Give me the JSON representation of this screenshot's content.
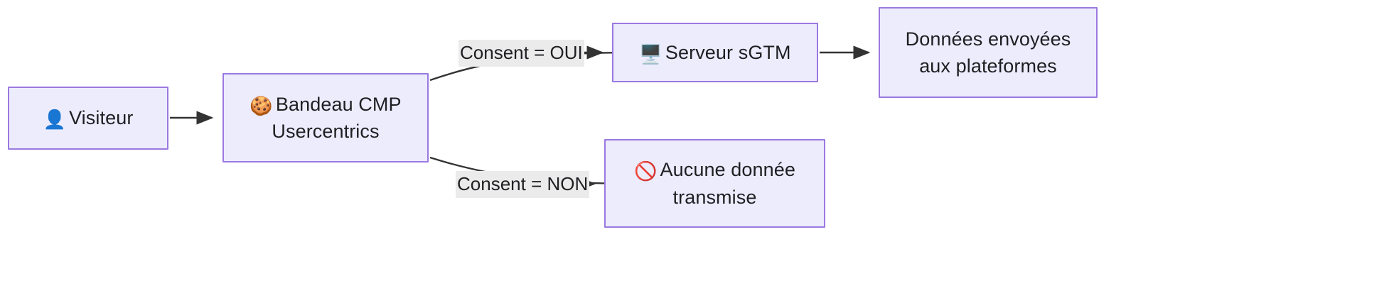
{
  "diagram": {
    "type": "flowchart",
    "direction": "left-to-right",
    "background_color": "#ffffff",
    "node_fill": "#ececfd",
    "node_border": "#9a79e0",
    "edge_color": "#333333",
    "edge_label_background": "#ebebeb",
    "text_color": "#1f1f23",
    "nodes": [
      {
        "id": "visiteur",
        "icon": "bust-in-silhouette-icon",
        "emoji": "👤",
        "label": "Visiteur"
      },
      {
        "id": "cmp",
        "icon": "cookie-icon",
        "emoji": "🍪",
        "label": "Bandeau CMP\nUsercentrics"
      },
      {
        "id": "sgtm",
        "icon": "desktop-computer-icon",
        "emoji": "🖥️",
        "label": "Serveur sGTM"
      },
      {
        "id": "data-sent",
        "icon": "",
        "emoji": "",
        "label": "Données envoyées\naux plateformes"
      },
      {
        "id": "no-data",
        "icon": "prohibited-icon",
        "emoji": "🚫",
        "label": "Aucune donnée\ntransmise"
      }
    ],
    "edges": [
      {
        "id": "visiteur-to-cmp",
        "from": "visiteur",
        "to": "cmp",
        "label": ""
      },
      {
        "id": "cmp-to-sgtm",
        "from": "cmp",
        "to": "sgtm",
        "label": "Consent = OUI"
      },
      {
        "id": "cmp-to-no-data",
        "from": "cmp",
        "to": "no-data",
        "label": "Consent = NON"
      },
      {
        "id": "sgtm-to-data-sent",
        "from": "sgtm",
        "to": "data-sent",
        "label": ""
      }
    ]
  }
}
